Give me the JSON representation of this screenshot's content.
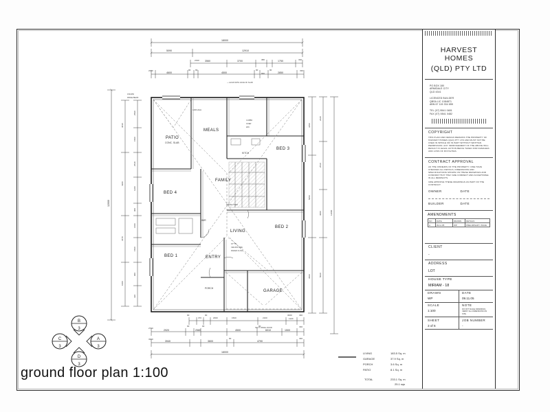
{
  "document": {
    "type": "architectural-floor-plan",
    "main_title": "ground floor plan 1:100",
    "scale": "1:100"
  },
  "title_block": {
    "company": {
      "line1": "HARVEST HOMES",
      "line2": "(QLD) PTY LTD"
    },
    "contact": {
      "address_line1": "PO BOX 180",
      "address_line2": "ARMIDALE CITY",
      "address_line3": "QLD 4341",
      "licence_label": "LICENCED BUILDER",
      "licence_line1": "QBSA  LIC 1084871",
      "licence_line2": "ABN 67  115 334 655",
      "tel": "TEL (07) 5541 0481",
      "fax": "FAX (07) 5541 0482"
    },
    "copyright": {
      "heading": "COPYRIGHT",
      "body": "THIS PLAN AND DESIGN REMAINS THE PROPERTY OF HARVEST HOMES (QLD) PTY LTD AND MUST NOT BE USED IN WHOLE OR IN PART WITHOUT WRITTEN PERMISSION. ANY INFRINGEMENT OF THE ABOVE WILL RESULT IN LEGAL ACTION BEING TAKEN FOR DAMAGES AND LOSS OF ROYALTIES."
    },
    "contract_approval": {
      "heading": "CONTRACT APPROVAL",
      "body": "AS THE OWNER/S OF THE PROPERTY, I/WE HAVE CHECKED ALL DETAILS, DIMENSIONS AND SPECIFICATIONS SHOWN ON THESE DRAWINGS AND CONFIRM THAT THEY ARE CORRECT AND ACCEPTABLE IN ALL RESPECTS.",
      "note": "I/WE APPROVE THESE DRAWINGS AS PART OF THE CONTRACT.",
      "owner_label": "OWNER",
      "owner_date_label": "DATE",
      "builder_label": "BUILDER",
      "builder_date_label": "DATE"
    },
    "amendments": {
      "heading": "AMENDMENTS",
      "columns": [
        "NO",
        "DATE",
        "DRAWN",
        "DETAILS"
      ],
      "rows": [
        [
          "A",
          "09.11.05",
          "WP",
          "PRELIMINARY ISSUE"
        ]
      ]
    },
    "client": {
      "heading": "CLIENT",
      "value": "-"
    },
    "address": {
      "heading": "ADDRESS",
      "value": "LOT"
    },
    "house_type": {
      "heading": "HOUSE TYPE",
      "value": "MIRIAM - 18"
    },
    "drawn": {
      "heading": "DRAWN",
      "value": "WP"
    },
    "date": {
      "heading": "DATE",
      "value": "09.11.05"
    },
    "scale": {
      "heading": "SCALE",
      "value": "1:100"
    },
    "note": {
      "heading": "NOTE",
      "value": "DO NOT SCALE DRAWINGS. VERIFY ALL DIMENSIONS ON SITE."
    },
    "sheet": {
      "heading": "SHEET",
      "value": "3 of 6"
    },
    "job_number": {
      "heading": "JOB NUMBER",
      "value": "-"
    }
  },
  "rooms": [
    {
      "name": "PATIO",
      "label": "PATIO",
      "sub": "CONC. SLAB"
    },
    {
      "name": "MEALS",
      "label": "MEALS",
      "sub": ""
    },
    {
      "name": "KITCHEN",
      "label": "KITCH",
      "sub": ""
    },
    {
      "name": "BED 3",
      "label": "BED 3",
      "sub": ""
    },
    {
      "name": "BED 4",
      "label": "BED 4",
      "sub": ""
    },
    {
      "name": "FAMILY",
      "label": "FAMILY",
      "sub": ""
    },
    {
      "name": "LIVING",
      "label": "LIVING",
      "sub": ""
    },
    {
      "name": "BED 2",
      "label": "BED 2",
      "sub": ""
    },
    {
      "name": "BED 1",
      "label": "BED 1",
      "sub": ""
    },
    {
      "name": "WIR",
      "label": "WIR",
      "sub": ""
    },
    {
      "name": "ENTRY",
      "label": "ENTRY",
      "sub": ""
    },
    {
      "name": "PORCH",
      "label": "PORCH",
      "sub": ""
    },
    {
      "name": "GARAGE",
      "label": "GARAGE",
      "sub": "SECT. PANEL DOOR"
    }
  ],
  "annotations": {
    "roof_note_top": "150x350 RIDGE BEAM OVER",
    "ceiling_note": "15% TO CEILING SPACE",
    "living_note": "RAKED CEILING 2590 MIN.",
    "truss_note": "TRUSS OVER",
    "slab_note": "CONC. SLAB"
  },
  "area_schedule": {
    "rows": [
      {
        "label": "LIVING",
        "value": "183.5 Sq. m"
      },
      {
        "label": "GARAGE",
        "value": "37.9 Sq. m"
      },
      {
        "label": "PORCH",
        "value": "3.6 Sq. m"
      },
      {
        "label": "PATIO",
        "value": "8.1 Sq. m"
      }
    ],
    "total_label": "TOTAL",
    "total_value": "233.1 Sq. m",
    "total_squares": "25.1 sqs"
  },
  "dimensions": {
    "overall_top": "18000",
    "top_chain_1": [
      "5090",
      "12910"
    ],
    "top_chain_2": [
      "2190",
      "3560",
      "3700",
      "380",
      "1750",
      "330"
    ],
    "top_chain_3": [
      "2340",
      "4600",
      "90",
      "4500",
      "90",
      "830",
      "90",
      "2850",
      "330"
    ],
    "overall_left": "12000",
    "left_chain": [
      "1000",
      "3030",
      "4300",
      "3670",
      "1000"
    ],
    "left_chain_2": [
      "2590",
      "2540",
      "1200",
      "1600",
      "1500",
      "900",
      "330"
    ],
    "right_chain": [
      "3450",
      "5050",
      "3500"
    ],
    "bottom_chain_1": [
      "90",
      "370",
      "90",
      "2000",
      "1500",
      "2100",
      "3000",
      "1120",
      "330"
    ],
    "bottom_chain_2": [
      "2700",
      "2920",
      "90",
      "2580",
      "90",
      "4500",
      "90",
      "6010",
      "1500",
      "330"
    ],
    "bottom_chain_3": [
      "3300",
      "3940",
      "3600",
      "90",
      "4790",
      "330"
    ],
    "overall_bottom": "18000"
  },
  "section_markers": {
    "north": {
      "letter": "B",
      "sheet": "3"
    },
    "east": {
      "letter": "A",
      "sheet": "3"
    },
    "south": {
      "letter": "D",
      "sheet": "3"
    },
    "west": {
      "letter": "C",
      "sheet": "3"
    }
  }
}
